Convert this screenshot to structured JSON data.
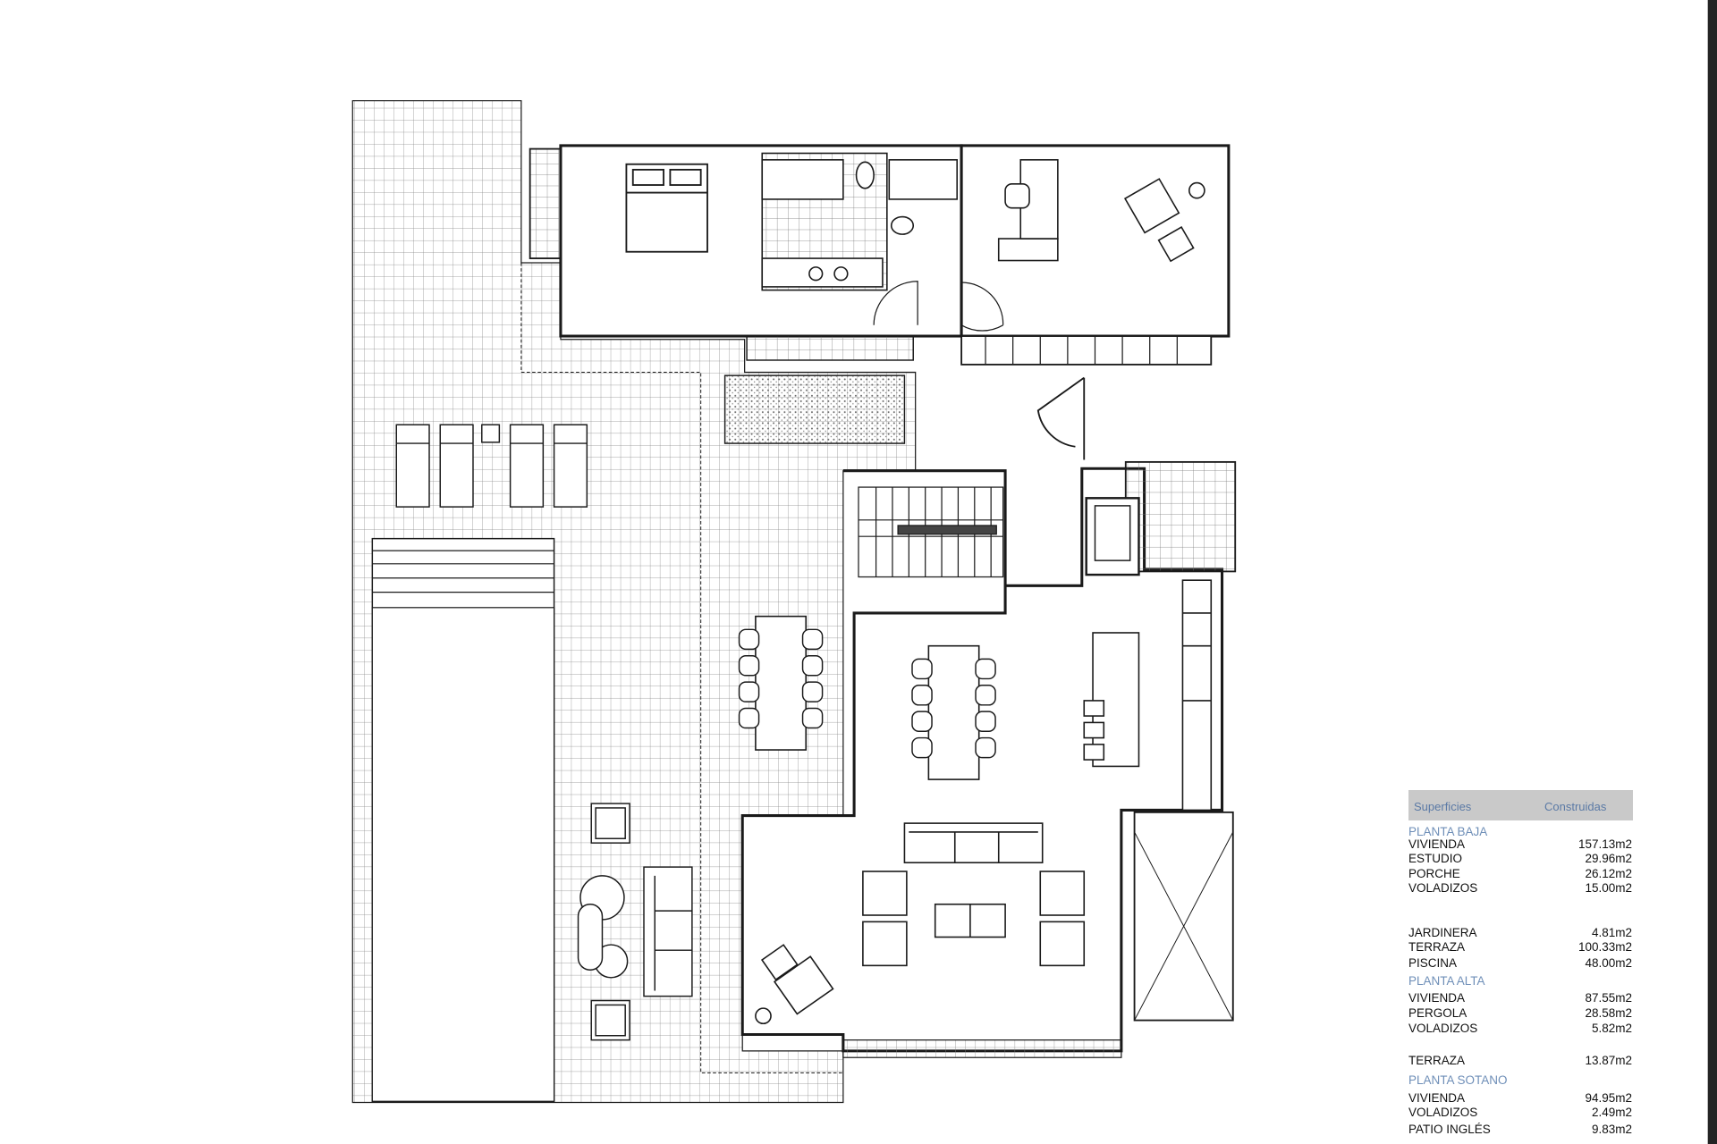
{
  "plan": {
    "colors": {
      "line": "#1a1a1a",
      "grid": "#8a8a8a",
      "table_header_bg": "#c9c9c9",
      "section_text": "#6f8fb8"
    },
    "rooms_shown": [
      "bedroom",
      "bathroom",
      "office",
      "terrace",
      "pool",
      "staircase",
      "dining",
      "kitchen",
      "living-room",
      "planter"
    ]
  },
  "table": {
    "header": {
      "col1": "Superficies",
      "col2": "Construidas"
    },
    "rows": [
      {
        "label": "PLANTA BAJA",
        "value": "",
        "section": true
      },
      {
        "label": "VIVIENDA",
        "value": "157.13m2"
      },
      {
        "label": "ESTUDIO",
        "value": "29.96m2"
      },
      {
        "label": "PORCHE",
        "value": "26.12m2"
      },
      {
        "label": "VOLADIZOS",
        "value": "15.00m2"
      },
      {
        "label": "JARDINERA",
        "value": "4.81m2"
      },
      {
        "label": "TERRAZA",
        "value": "100.33m2"
      },
      {
        "label": "PISCINA",
        "value": "48.00m2"
      },
      {
        "label": "PLANTA ALTA",
        "value": "",
        "section": true
      },
      {
        "label": "VIVIENDA",
        "value": "87.55m2"
      },
      {
        "label": "PERGOLA",
        "value": "28.58m2"
      },
      {
        "label": "VOLADIZOS",
        "value": "5.82m2"
      },
      {
        "label": "TERRAZA",
        "value": "13.87m2"
      },
      {
        "label": "PLANTA SOTANO",
        "value": "",
        "section": true
      },
      {
        "label": "VIVIENDA",
        "value": "94.95m2"
      },
      {
        "label": "VOLADIZOS",
        "value": "2.49m2"
      },
      {
        "label": "PATIO INGLÉS",
        "value": "9.83m2"
      }
    ]
  }
}
